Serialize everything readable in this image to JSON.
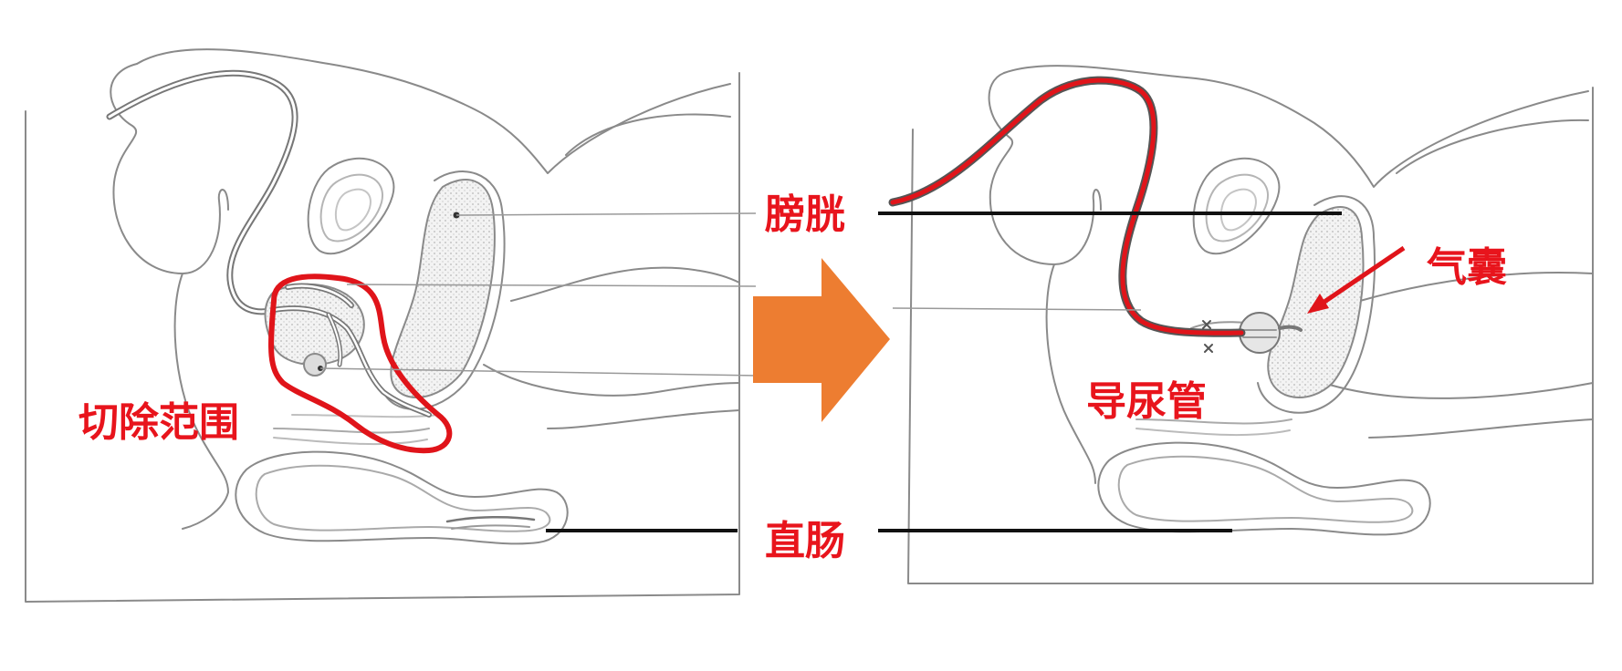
{
  "labels": {
    "bladder": "膀胱",
    "rectum": "直肠",
    "resection_range": "切除范围",
    "ureter": "导尿管",
    "balloon": "气囊"
  },
  "colors": {
    "label_red": "#e8141c",
    "outline_red": "#e0141a",
    "arrow_orange": "#ed7d31",
    "leader_black": "#111111",
    "anatomy_gray": "#8a8a8a",
    "tissue_fill": "#eeeeee"
  }
}
